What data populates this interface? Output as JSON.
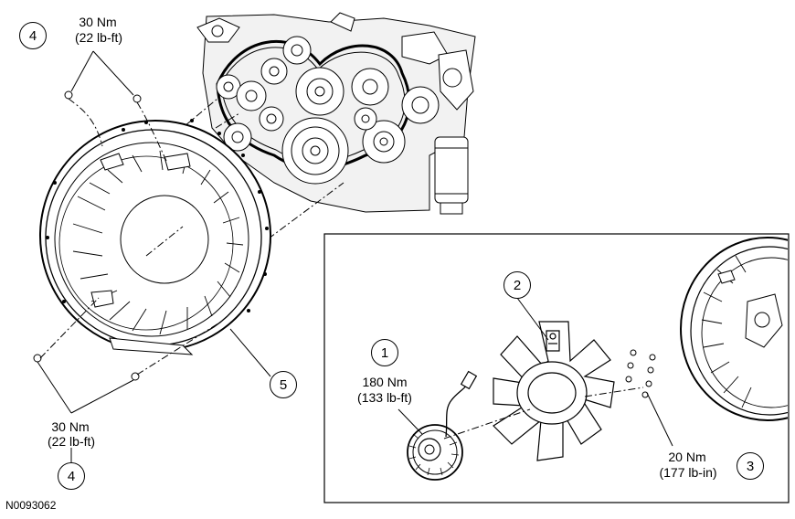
{
  "callouts": {
    "one": "1",
    "two": "2",
    "three": "3",
    "four_top": "4",
    "four_bottom": "4",
    "five": "5"
  },
  "torque": {
    "top_left_nm": "30 Nm",
    "top_left_lbft": "(22  lb-ft)",
    "bottom_left_nm": "30 Nm",
    "bottom_left_lbft": "(22 lb-ft)",
    "clutch_nm": "180 Nm",
    "clutch_lbft": "(133 lb-ft)",
    "blade_nm": "20 Nm",
    "blade_lbin": "(177 lb-in)"
  },
  "figure_id": "N0093062"
}
